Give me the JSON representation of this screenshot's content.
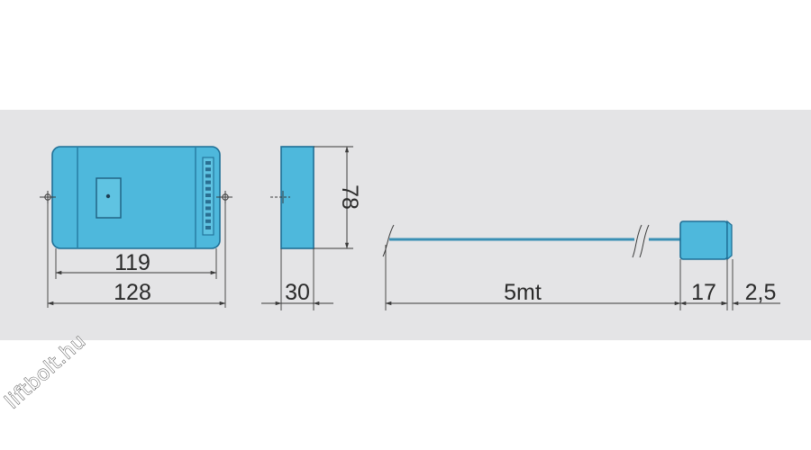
{
  "dimensions": {
    "inner_width": "119",
    "outer_width": "128",
    "depth": "30",
    "height": "78",
    "cable_length": "5mt",
    "sensor_width": "17",
    "flange": "2,5"
  },
  "watermark": "liftbolt.hu",
  "colors": {
    "band": "#e4e4e6",
    "body_fill": "#4eb8dc",
    "body_stroke": "#1e6f96",
    "dimension_line": "#3a3a3a",
    "cable": "#3a8fb4"
  },
  "icons": [
    "dimension-arrow",
    "break-mark",
    "mounting-screw"
  ]
}
